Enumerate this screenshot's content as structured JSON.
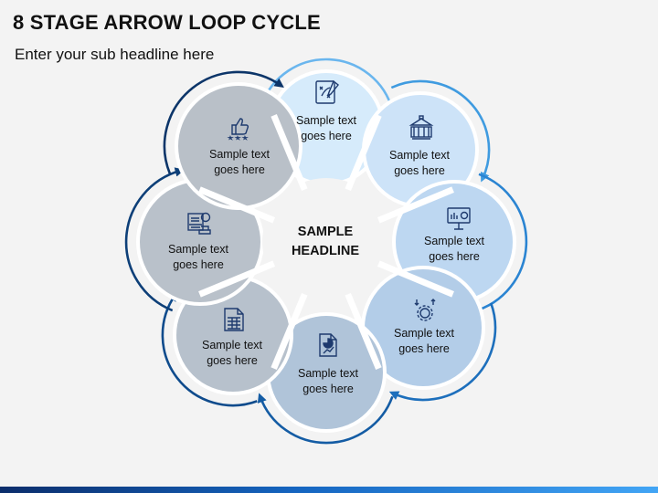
{
  "header": {
    "title": "8 STAGE ARROW LOOP CYCLE",
    "subtitle": "Enter your sub headline here"
  },
  "center": {
    "line1": "SAMPLE",
    "line2": "HEADLINE"
  },
  "stages": [
    {
      "line1": "Sample text",
      "line2": "goes here",
      "icon": "strategy-board-icon",
      "fill": "#d6ebfb",
      "ring": "#6ab6ee"
    },
    {
      "line1": "Sample text",
      "line2": "goes here",
      "icon": "bank-building-icon",
      "fill": "#cde3f8",
      "ring": "#3f9be0"
    },
    {
      "line1": "Sample text",
      "line2": "goes here",
      "icon": "presentation-chart-icon",
      "fill": "#bdd7f1",
      "ring": "#2a84d2"
    },
    {
      "line1": "Sample text",
      "line2": "goes here",
      "icon": "gear-process-icon",
      "fill": "#b3cde8",
      "ring": "#1d6fbc"
    },
    {
      "line1": "Sample text",
      "line2": "goes here",
      "icon": "document-chart-icon",
      "fill": "#b0c4d9",
      "ring": "#145ca4"
    },
    {
      "line1": "Sample text",
      "line2": "goes here",
      "icon": "spreadsheet-icon",
      "fill": "#b7c1cc",
      "ring": "#0f4b8c"
    },
    {
      "line1": "Sample text",
      "line2": "goes here",
      "icon": "finance-report-icon",
      "fill": "#b9c1ca",
      "ring": "#0d3f78"
    },
    {
      "line1": "Sample text",
      "line2": "goes here",
      "icon": "rating-thumbs-up-icon",
      "fill": "#b9c0c8",
      "ring": "#0c3569"
    }
  ]
}
